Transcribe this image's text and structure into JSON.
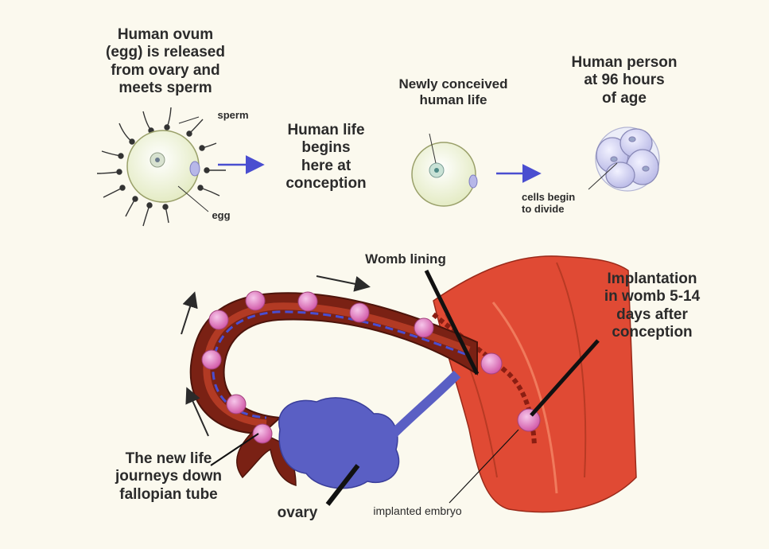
{
  "labels": {
    "ovum_released": "Human ovum\n(egg) is released\nfrom ovary and\nmeets sperm",
    "sperm": "sperm",
    "egg": "egg",
    "life_begins": "Human life\nbegins\nhere at\nconception",
    "newly_conceived": "Newly conceived\nhuman life",
    "person_96h": "Human person\nat 96 hours\nof age",
    "cells_divide": "cells begin\nto divide",
    "womb_lining": "Womb lining",
    "implantation": "Implantation\nin womb 5-14\ndays after\nconception",
    "new_life_journeys": "The new life\njourneys down\nfallopian tube",
    "ovary": "ovary",
    "implanted_embryo": "implanted embryo"
  },
  "colors": {
    "background": "#fbf9ee",
    "egg_fill": "#eef2d2",
    "tube_dark": "#7a2114",
    "tube_mid": "#b23a24",
    "womb_red": "#e04a34",
    "ovary_blue": "#5a5fc4",
    "embryo_pink": "#e07ac0",
    "arrow_blue": "#4a4ed0",
    "label_text": "#2b2b2b"
  }
}
